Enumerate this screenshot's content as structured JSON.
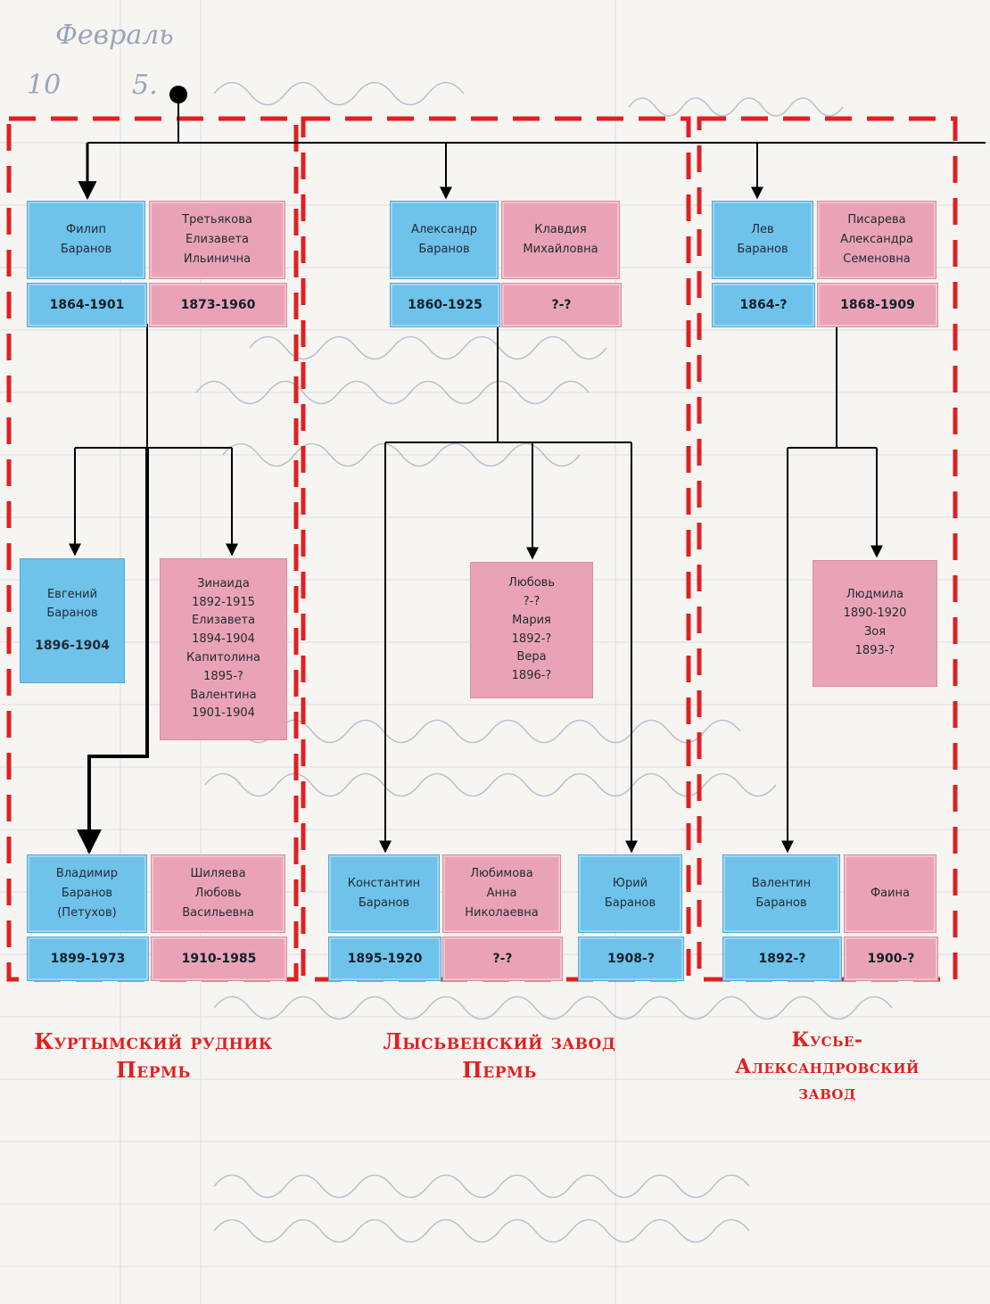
{
  "header": {
    "month": "Февраль",
    "day": "10",
    "entry": "5."
  },
  "regions": [
    {
      "line1": "Куртымский рудник",
      "line2": "Пермь"
    },
    {
      "line1": "Лысьвенский завод",
      "line2": "Пермь"
    },
    {
      "line1": "Кусье-",
      "line2": "Александровский",
      "line3": "завод"
    }
  ],
  "couples": {
    "filip": {
      "name": "Филип\nБаранов",
      "years": "1864-1901"
    },
    "tretyakova": {
      "name": "Третьякова\nЕлизавета\nИльинична",
      "years": "1873-1960"
    },
    "aleksandr": {
      "name": "Александр\nБаранов",
      "years": "1860-1925"
    },
    "klavdiya": {
      "name": "Клавдия\nМихайловна",
      "years": "?-?"
    },
    "lev": {
      "name": "Лев\nБаранов",
      "years": "1864-?"
    },
    "pisareva": {
      "name": "Писарева\nАлександра\nСеменовна",
      "years": "1868-1909"
    },
    "vladimir": {
      "name": "Владимир\nБаранов\n(Петухов)",
      "years": "1899-1973"
    },
    "shilyaeva": {
      "name": "Шиляева\nЛюбовь\nВасильевна",
      "years": "1910-1985"
    },
    "konstantin": {
      "name": "Константин\nБаранов",
      "years": "1895-1920"
    },
    "lyubimova": {
      "name": "Любимова\nАнна\nНиколаевна",
      "years": "?-?"
    },
    "yuriy": {
      "name": "Юрий\nБаранов",
      "years": "1908-?"
    },
    "valentin": {
      "name": "Валентин\nБаранов",
      "years": "1892-?"
    },
    "faina": {
      "name": "Фаина",
      "years": "1900-?"
    }
  },
  "children": {
    "evgeniy": {
      "name1": "Евгений",
      "name2": "Баранов",
      "years": "1896-1904"
    },
    "daughters_filip": [
      {
        "name": "Зинаида",
        "years": "1892-1915"
      },
      {
        "name": "Елизавета",
        "years": "1894-1904"
      },
      {
        "name": "Капитолина",
        "years": "1895-?"
      },
      {
        "name": "Валентина",
        "years": "1901-1904"
      }
    ],
    "daughters_aleksandr": [
      {
        "name": "Любовь",
        "years": "?-?"
      },
      {
        "name": "Мария",
        "years": "1892-?"
      },
      {
        "name": "Вера",
        "years": "1896-?"
      }
    ],
    "daughters_lev": [
      {
        "name": "Людмила",
        "years": "1890-1920"
      },
      {
        "name": "Зоя",
        "years": "1893-?"
      }
    ]
  },
  "colors": {
    "male": "#6fc2ea",
    "female": "#eaa3b6",
    "region_border": "#e02020",
    "ink": "#7d8aa6"
  }
}
